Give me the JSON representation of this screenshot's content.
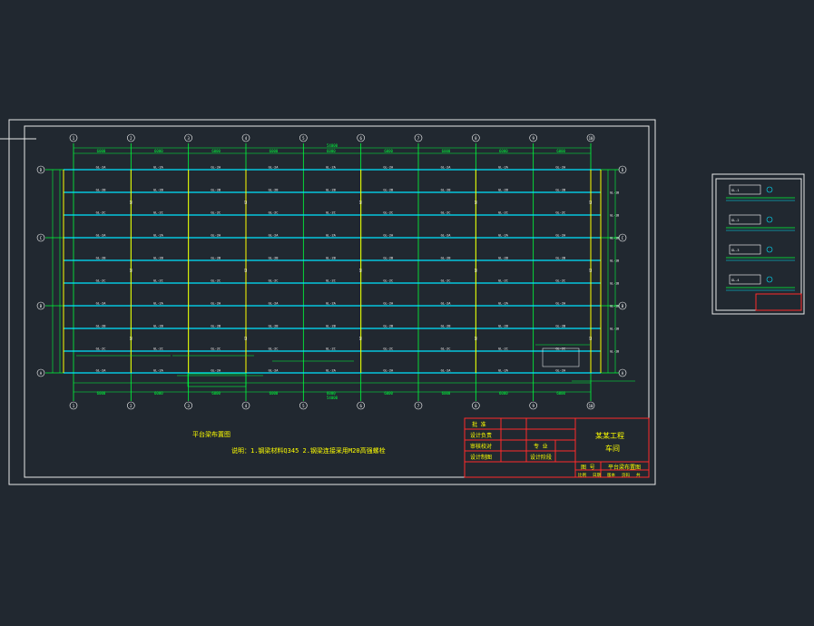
{
  "drawing": {
    "background": "#212830",
    "colors": {
      "frame": "#e8e8e8",
      "grid": "#00ff3c",
      "beam": "#00e5ff",
      "column": "#ffff00",
      "tag": "#ffffff",
      "title_block": "#ff2a2a",
      "title_text": "#ffff00"
    },
    "axes_top": [
      "①",
      "②",
      "③",
      "④",
      "⑤",
      "⑥",
      "⑦",
      "⑧",
      "⑨",
      "⑩"
    ],
    "axes_side": [
      "Ⓓ",
      "Ⓒ",
      "Ⓑ",
      "Ⓐ"
    ],
    "dimension_label": "6000",
    "dimension_total": "54000",
    "beam_tags": [
      "GL-2A",
      "GL-2B",
      "GL-2C",
      "GL-2A",
      "GL-2B",
      "GL-2C",
      "GL-2A",
      "GL-2B",
      "GL-2C"
    ],
    "caption_title": "平台梁布置图",
    "caption_note": "说明：1.钢梁材料Q345 2.钢梁连接采用M20高强螺栓",
    "title_block": {
      "left_rows": [
        "批 准",
        "设计负责",
        "审核校对",
        "设计制图"
      ],
      "mid_rows": [
        "专 业",
        "设计阶段"
      ],
      "project_name": "某某工程",
      "subtitle": "车间",
      "drawing_no_label": "图 号",
      "drawing_title": "平台梁布置图",
      "bottom_cells": [
        "比例",
        "日期",
        "版本",
        "页码",
        "共"
      ]
    },
    "thumbnail_sheet": {
      "labels": [
        "GL-1",
        "GL-2",
        "GL-3",
        "GL-4"
      ]
    }
  }
}
